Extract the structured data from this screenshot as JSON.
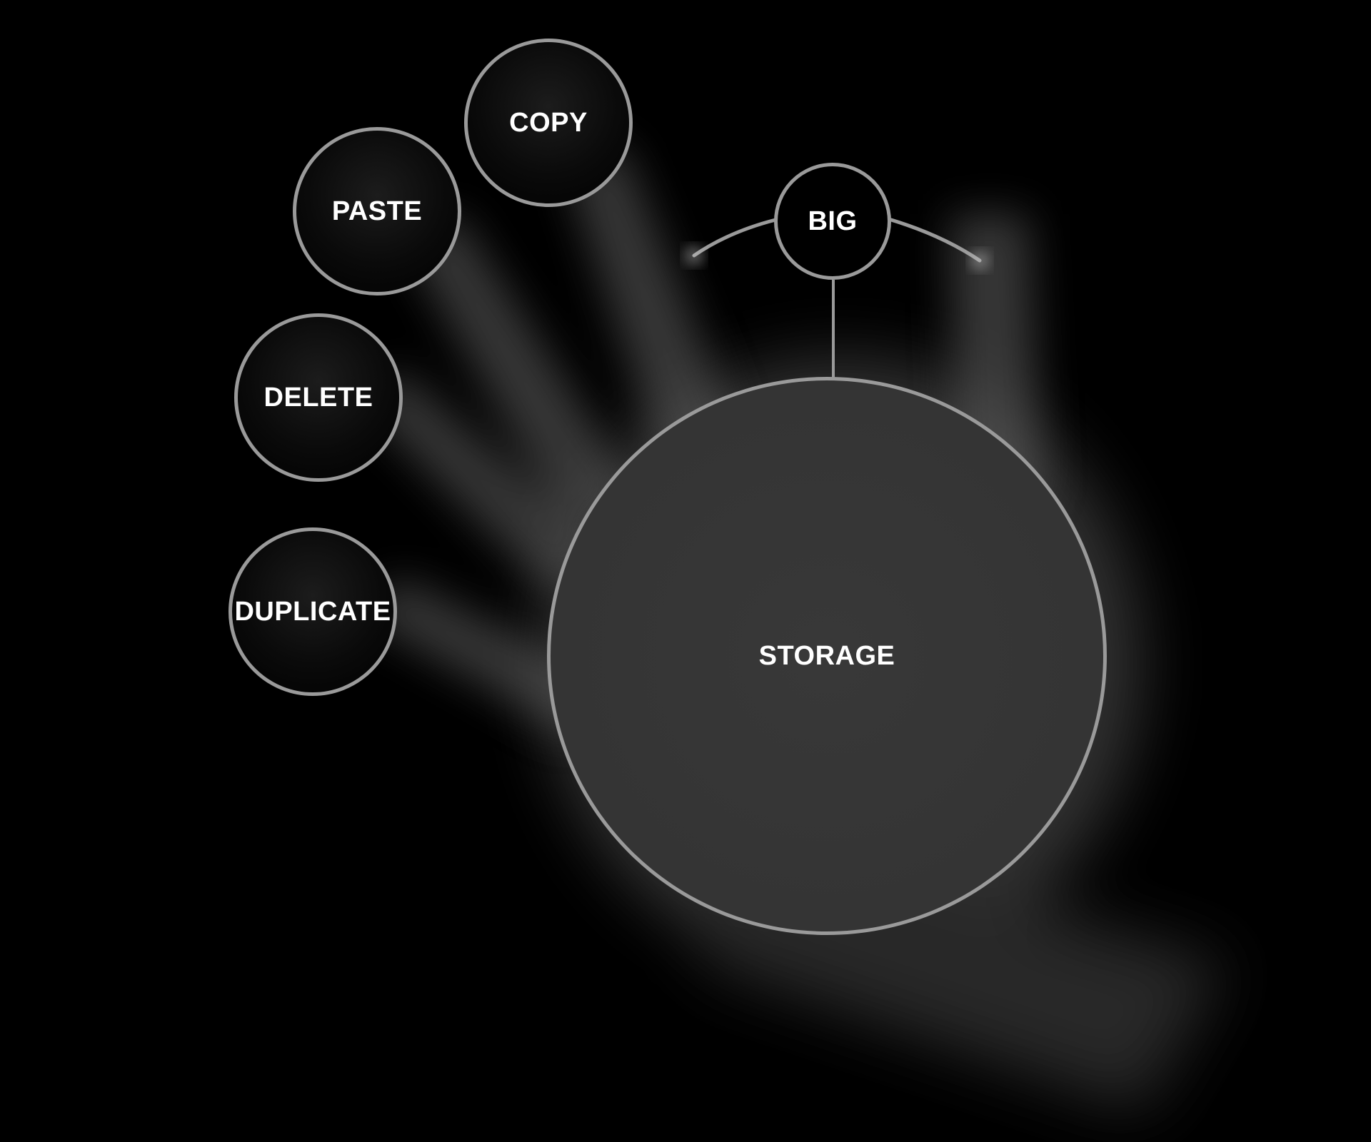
{
  "menu": {
    "hub": {
      "label": "STORAGE"
    },
    "size_option": {
      "label": "BIG"
    },
    "actions": [
      {
        "id": "copy",
        "label": "COPY"
      },
      {
        "id": "paste",
        "label": "PASTE"
      },
      {
        "id": "delete",
        "label": "DELETE"
      },
      {
        "id": "duplicate",
        "label": "DUPLICATE"
      }
    ]
  },
  "colors": {
    "background": "#000000",
    "ring": "#9a9a9a",
    "hub_fill": "#353535",
    "glow": "#5a5a5a",
    "text": "#ffffff"
  }
}
